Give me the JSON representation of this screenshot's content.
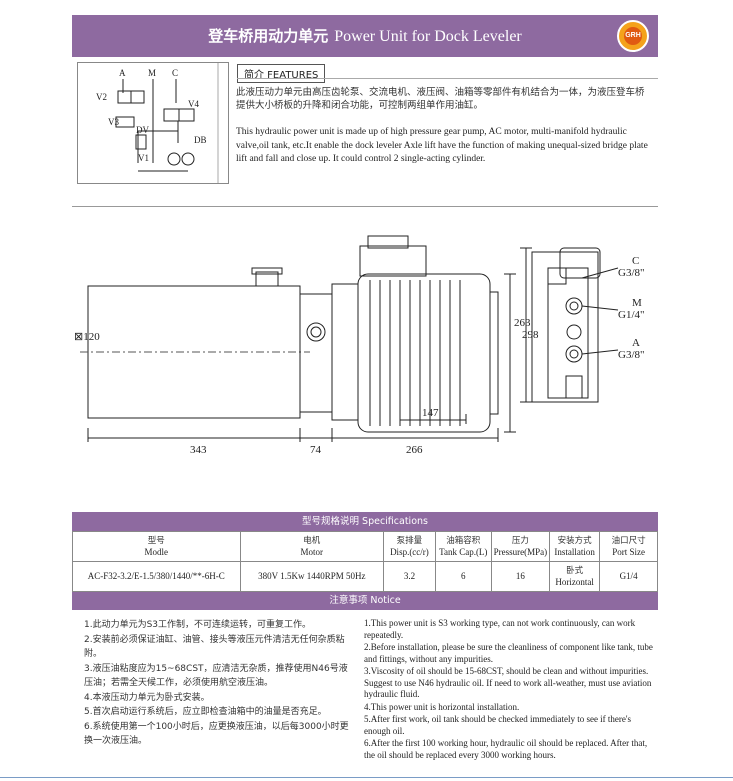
{
  "header": {
    "title_cn": "登车桥用动力单元",
    "title_en": "Power Unit for Dock Leveler",
    "logo_text": "GRH"
  },
  "schematic": {
    "labels": {
      "a": "A",
      "m": "M",
      "c": "C",
      "v2": "V2",
      "v3": "V3",
      "v4": "V4",
      "dv": "DV",
      "db": "DB",
      "v1": "V1"
    }
  },
  "features": {
    "tag": "简介  FEATURES",
    "cn": "此液压动力单元由高压齿轮泵、交流电机、液压阀、油箱等零部件有机结合为一体，为液压登车桥提供大小桥板的升降和闭合功能，可控制两组单作用油缸。",
    "en": "This hydraulic power unit is made up of high pressure gear pump, AC motor, multi-manifold hydraulic valve,oil tank, etc.It enable the dock leveler Axle lift have the function of making unequal-sized bridge plate lift and fall and close up. It could control 2 single-acting cylinder."
  },
  "drawing": {
    "dims": {
      "d343": "343",
      "d74": "74",
      "d266": "266",
      "d147": "147",
      "d263": "263",
      "d298": "298",
      "d120": "⊠120"
    },
    "ports": [
      {
        "name": "C",
        "size": "G3/8\""
      },
      {
        "name": "M",
        "size": "G1/4\""
      },
      {
        "name": "A",
        "size": "G3/8\""
      }
    ]
  },
  "spec": {
    "bar": "型号规格说明   Specifications",
    "headers": [
      {
        "cn": "型号",
        "en": "Modle"
      },
      {
        "cn": "电机",
        "en": "Motor"
      },
      {
        "cn": "泵排量",
        "en": "Disp.(cc/r)"
      },
      {
        "cn": "油箱容积",
        "en": "Tank Cap.(L)"
      },
      {
        "cn": "压力",
        "en": "Pressure(MPa)"
      },
      {
        "cn": "安装方式",
        "en": "Installation"
      },
      {
        "cn": "油口尺寸",
        "en": "Port Size"
      }
    ],
    "row": {
      "model": "AC-F32-3.2/E-1.5/380/1440/**-6H-C",
      "motor": "380V 1.5Kw 1440RPM 50Hz",
      "disp": "3.2",
      "tank": "6",
      "pressure": "16",
      "install_cn": "卧式",
      "install_en": "Horizontal",
      "port": "G1/4"
    }
  },
  "notes": {
    "bar": "注意事项   Notice",
    "cn": [
      "1.此动力单元为S3工作制，不可连续运转，可重复工作。",
      "2.安装前必须保证油缸、油管、接头等液压元件清洁无任何杂质粘附。",
      "3.液压油粘度应为15~68CST，应清洁无杂质，推荐使用N46号液压油；若需全天候工作，必须使用航空液压油。",
      "4.本液压动力单元为卧式安装。",
      "5.首次启动运行系统后，应立即检查油箱中的油量是否充足。",
      "6.系统使用第一个100小时后，应更换液压油，以后每3000小时更换一次液压油。"
    ],
    "en": [
      "1.This power unit is S3 working type, can not work continuously, can work repeatedly.",
      "2.Before installation, please be sure the cleanliness of component like tank, tube and fittings, without any impurities.",
      "3.Viscosity of oil should be 15-68CST, should be clean and without impurities. Suggest to use N46 hydraulic oil. If need to work all-weather, must use aviation hydraulic fluid.",
      "4.This power unit is horizontal installation.",
      "5.After first work, oil tank should be checked immediately to see if there's enough oil.",
      "6.After the first 100 working hour, hydraulic oil should be replaced. After that, the oil should be replaced every 3000 working hours."
    ]
  }
}
